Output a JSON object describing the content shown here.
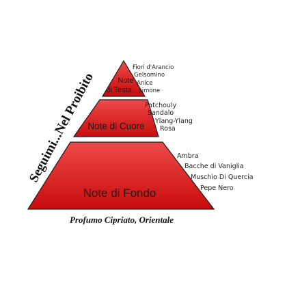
{
  "side_title": "Seguimi...Nel Proibito",
  "caption": "Profumo Cipriato, Orientale",
  "tiers": {
    "top": {
      "label_line1": "Note",
      "label_line2": "di Testa",
      "notes": [
        "Fiori d'Arancio",
        "Gelsomino",
        "Anice",
        "Limone"
      ]
    },
    "middle": {
      "label": "Note di Cuore",
      "notes": [
        "Patchouly",
        "Sandalo",
        "Ylang-Ylang",
        "Rosa"
      ]
    },
    "bottom": {
      "label": "Note di Fondo",
      "notes": [
        "Ambra",
        "Bacche di Vaniglia",
        "Muschio Di Quercia",
        "Pepe Nero"
      ]
    }
  },
  "colors": {
    "tier_fill_light": "#ee4a4a",
    "tier_fill_dark": "#c80c0c",
    "tier_stroke": "#1a1a1a"
  }
}
